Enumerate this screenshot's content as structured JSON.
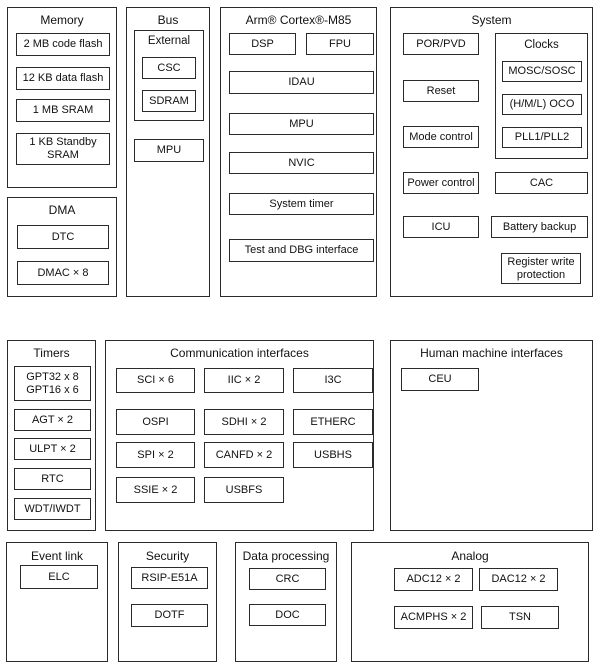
{
  "colors": {
    "border": "#2b2b2b",
    "text": "#111111",
    "background": "#ffffff"
  },
  "sections": {
    "memory": {
      "title": "Memory",
      "items": {
        "code_flash": "2 MB code flash",
        "data_flash": "12 KB data flash",
        "sram": "1 MB SRAM",
        "standby_sram": "1 KB Standby\nSRAM"
      }
    },
    "dma": {
      "title": "DMA",
      "items": {
        "dtc": "DTC",
        "dmac": "DMAC × 8"
      }
    },
    "bus": {
      "title": "Bus",
      "external": {
        "title": "External",
        "items": {
          "csc": "CSC",
          "sdram": "SDRAM"
        }
      },
      "mpu": "MPU"
    },
    "arm": {
      "title": "Arm® Cortex®-M85",
      "items": {
        "dsp": "DSP",
        "fpu": "FPU",
        "idau": "IDAU",
        "mpu": "MPU",
        "nvic": "NVIC",
        "system_timer": "System timer",
        "test_dbg": "Test and DBG interface"
      }
    },
    "system": {
      "title": "System",
      "items": {
        "por_pvd": "POR/PVD",
        "reset": "Reset",
        "mode_control": "Mode control",
        "power_control": "Power control",
        "icu": "ICU",
        "cac": "CAC",
        "battery_backup": "Battery backup",
        "reg_write_prot": "Register write\nprotection"
      },
      "clocks": {
        "title": "Clocks",
        "items": {
          "mosc_sosc": "MOSC/SOSC",
          "oco": "(H/M/L) OCO",
          "pll": "PLL1/PLL2"
        }
      }
    },
    "timers": {
      "title": "Timers",
      "items": {
        "gpt": "GPT32 x 8\nGPT16 x 6",
        "agt": "AGT × 2",
        "ulpt": "ULPT × 2",
        "rtc": "RTC",
        "wdt": "WDT/IWDT"
      }
    },
    "comm": {
      "title": "Communication interfaces",
      "items": {
        "sci": "SCI × 6",
        "iic": "IIC × 2",
        "i3c": "I3C",
        "ospi": "OSPI",
        "sdhi": "SDHI × 2",
        "etherc": "ETHERC",
        "spi": "SPI × 2",
        "canfd": "CANFD × 2",
        "usbhs": "USBHS",
        "ssie": "SSIE × 2",
        "usbfs": "USBFS"
      }
    },
    "hmi": {
      "title": "Human machine interfaces",
      "items": {
        "ceu": "CEU"
      }
    },
    "event_link": {
      "title": "Event link",
      "items": {
        "elc": "ELC"
      }
    },
    "security": {
      "title": "Security",
      "items": {
        "rsip": "RSIP-E51A",
        "dotf": "DOTF"
      }
    },
    "data_processing": {
      "title": "Data processing",
      "items": {
        "crc": "CRC",
        "doc": "DOC"
      }
    },
    "analog": {
      "title": "Analog",
      "items": {
        "adc": "ADC12 × 2",
        "dac": "DAC12 × 2",
        "acmphs": "ACMPHS × 2",
        "tsn": "TSN"
      }
    }
  }
}
